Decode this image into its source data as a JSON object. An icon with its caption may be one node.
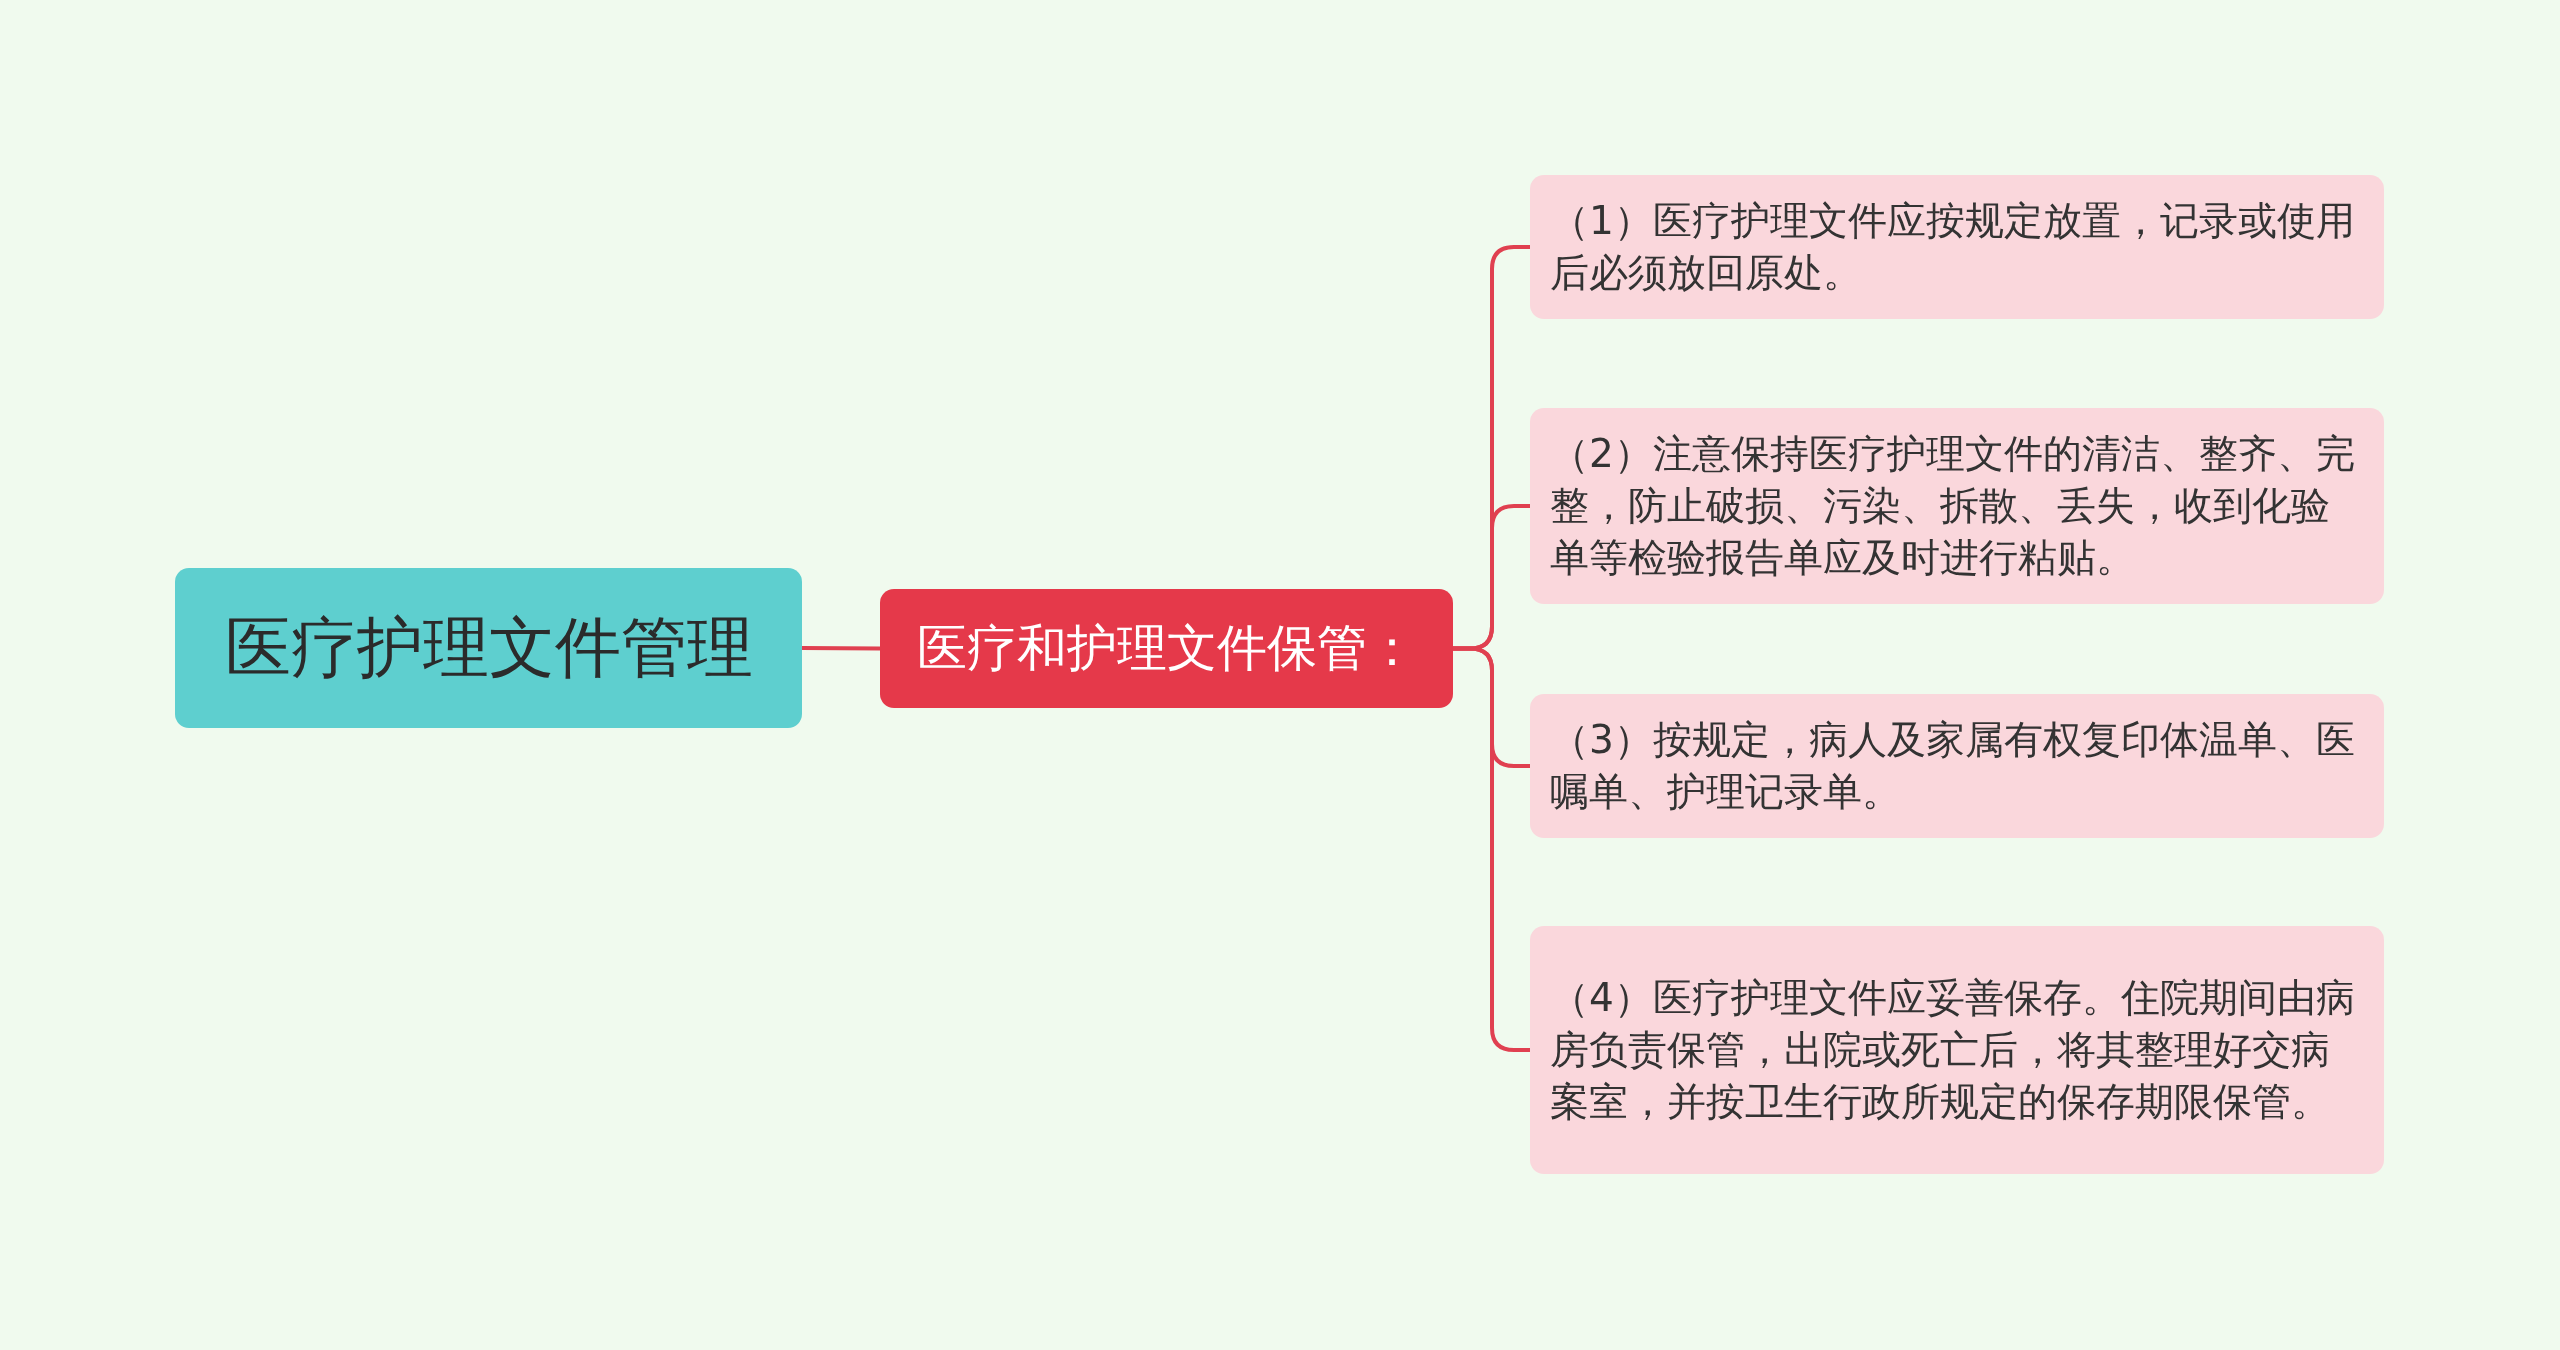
{
  "diagram": {
    "nodes": [
      {
        "text": [
          "医疗护理文件管理"
        ]
      },
      {
        "text": [
          "医疗和护理文件保管："
        ]
      },
      {
        "text": [
          "（1）医疗护理文件应按规定放置，记录或使用后必须放回原处。"
        ]
      },
      {
        "text": [
          "（2）注意保持医疗护理文件的清洁、整齐、完整，防止破损、污染、拆散、丢失，收到化验单等检验报告单应及时进行粘贴。"
        ]
      },
      {
        "text": [
          "（3）按规定，病人及家属有权复印体温单、医嘱单、护理记录单。"
        ]
      },
      {
        "text": [
          "（4）医疗护理文件应妥善保存。住院期间由病房负责保管，出院或死亡后，将其整理好交病案室，并按卫生行政所规定的保存期限保管。"
        ]
      }
    ],
    "edges": [
      {
        "from": 0,
        "to": 1,
        "arrow": "none"
      },
      {
        "from": 1,
        "to": 2,
        "arrow": "none"
      },
      {
        "from": 1,
        "to": 3,
        "arrow": "none"
      },
      {
        "from": 1,
        "to": 4,
        "arrow": "none"
      },
      {
        "from": 1,
        "to": 5,
        "arrow": "none"
      }
    ]
  }
}
